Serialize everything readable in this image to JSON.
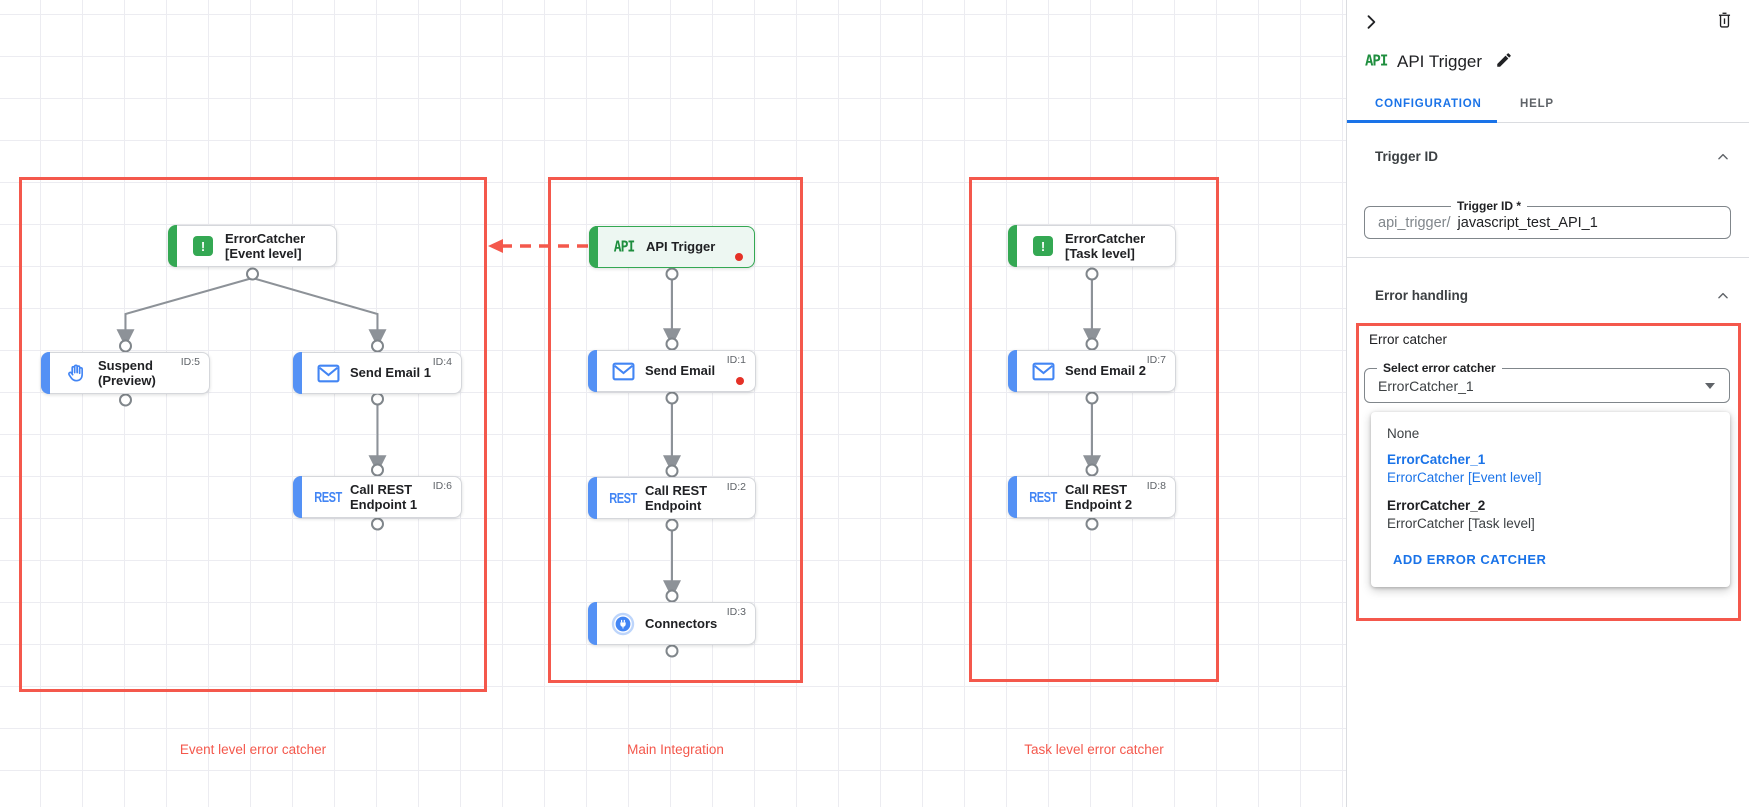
{
  "colors": {
    "annotation_red": "#f4584c",
    "status_dot_red": "#e53127",
    "accent_blue": "#1a73e8",
    "task_bar_blue": "#5491f5",
    "trigger_green": "#34a853"
  },
  "canvas": {
    "groups": [
      {
        "caption": "Event level error catcher",
        "nodes": [
          {
            "label": "ErrorCatcher [Event level]",
            "type": "error-catcher"
          },
          {
            "label": "Suspend (Preview)",
            "id": "ID:5",
            "type": "suspend"
          },
          {
            "label": "Send Email 1",
            "id": "ID:4",
            "type": "email"
          },
          {
            "label": "Call REST Endpoint 1",
            "id": "ID:6",
            "type": "rest"
          }
        ]
      },
      {
        "caption": "Main Integration",
        "nodes": [
          {
            "label": "API Trigger",
            "type": "api-trigger",
            "badge": "API"
          },
          {
            "label": "Send Email",
            "id": "ID:1",
            "type": "email"
          },
          {
            "label": "Call REST Endpoint",
            "id": "ID:2",
            "type": "rest"
          },
          {
            "label": "Connectors",
            "id": "ID:3",
            "type": "connector"
          }
        ]
      },
      {
        "caption": "Task level error catcher",
        "nodes": [
          {
            "label": "ErrorCatcher [Task level]",
            "type": "error-catcher"
          },
          {
            "label": "Send Email 2",
            "id": "ID:7",
            "type": "email"
          },
          {
            "label": "Call REST Endpoint 2",
            "id": "ID:8",
            "type": "rest"
          }
        ]
      }
    ],
    "icon_labels": {
      "rest": "REST",
      "api": "API",
      "error": "!"
    }
  },
  "panel": {
    "badge": "API",
    "title": "API Trigger",
    "tabs": [
      {
        "label": "CONFIGURATION",
        "active": true
      },
      {
        "label": "HELP",
        "active": false
      }
    ],
    "trigger_id": {
      "heading": "Trigger ID",
      "field_label": "Trigger ID *",
      "prefix": "api_trigger/",
      "value": "javascript_test_API_1"
    },
    "error_handling": {
      "heading": "Error handling",
      "group_label": "Error catcher",
      "select_label": "Select error catcher",
      "select_value": "ErrorCatcher_1",
      "options": [
        {
          "name": "None",
          "desc": ""
        },
        {
          "name": "ErrorCatcher_1",
          "desc": "ErrorCatcher [Event level]"
        },
        {
          "name": "ErrorCatcher_2",
          "desc": "ErrorCatcher [Task level]"
        }
      ],
      "add_button": "ADD ERROR CATCHER"
    }
  }
}
